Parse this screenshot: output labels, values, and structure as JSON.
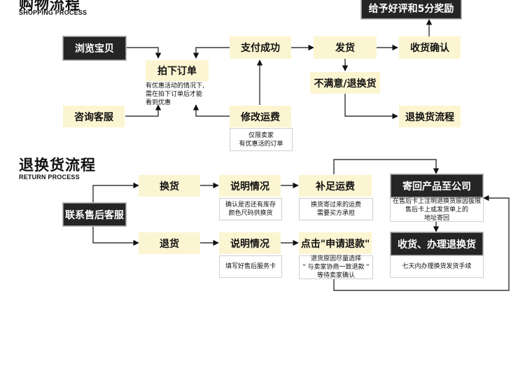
{
  "shopping": {
    "title": "购物流程",
    "subtitle": "SHOPPING PROCESS",
    "browse": "浏览宝贝",
    "order": "拍下订单",
    "order_note": "有优惠活动的情况下,\n需在拍下订单后才能\n看到优惠",
    "consult": "咨询客服",
    "pay_success": "支付成功",
    "modify_fee": "修改运费",
    "modify_note": "仅限卖家\n有优惠活的订单",
    "ship": "发货",
    "unsatisfied": "不满意/退换货",
    "confirm": "收货确认",
    "review": "给予好评和5分奖励",
    "return_flow": "退换货流程"
  },
  "returns": {
    "title": "退换货流程",
    "subtitle": "RETURN PROCESS",
    "contact": "联系售后客服",
    "exchange": "换货",
    "refund": "退货",
    "explain1": "说明情况",
    "explain1_note": "确认是否还有库存\n颜色尺码供换货",
    "explain2": "说明情况",
    "explain2_note": "填写好售后服务卡",
    "pay_shipping": "补足运费",
    "pay_shipping_note": "换货寄过来的运费\n需要买方承担",
    "apply_refund": "点击\"申请退款\"",
    "apply_refund_note": "退货原因尽量选择\n\" 与卖家协商一致退款 \"\n等待卖家确认",
    "send_back": "寄回产品至公司",
    "send_back_note": "在售后卡上注明退换货原因拔限\n售后卡上或发货单上的\n地址寄回",
    "receive": "收货、办理退换货",
    "receive_note": "七天内办理换货发货手续"
  }
}
